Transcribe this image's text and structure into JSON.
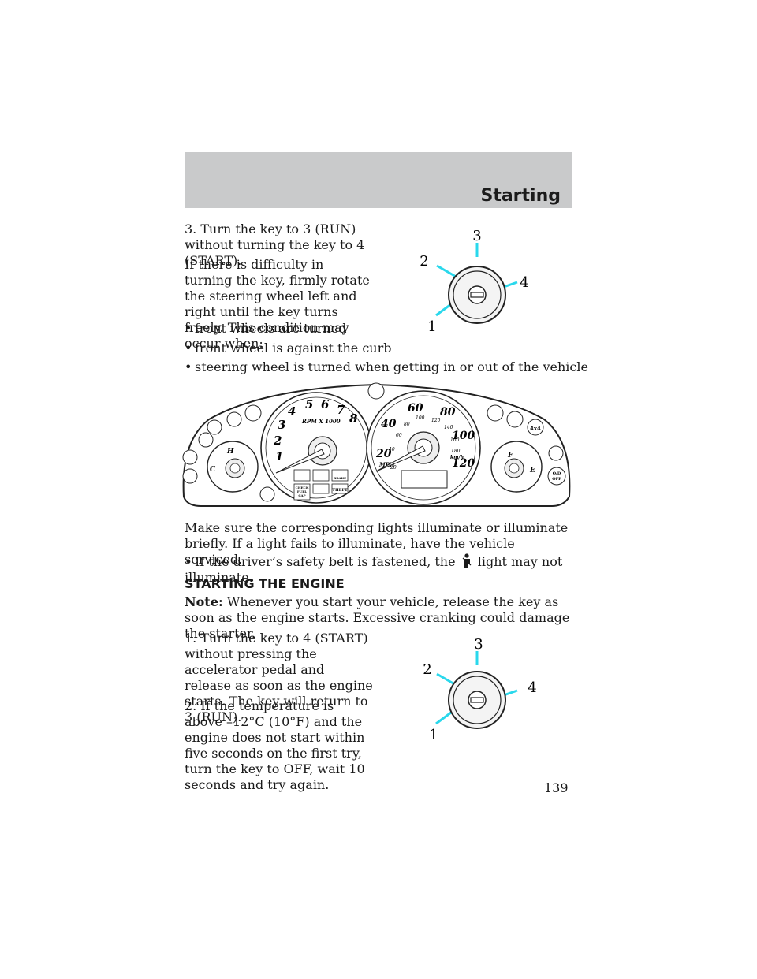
{
  "header": {
    "title": "Starting"
  },
  "section1": {
    "step3": "3. Turn the key to 3 (RUN) without turning the key to 4 (START).",
    "difficulty": "If there is difficulty in turning the key, firmly rotate the steering wheel left and right until the key turns freely. This condition may occur when:",
    "bullets": [
      "front wheels are turned",
      "front wheel is against the curb",
      "steering wheel is turned when getting in or out of the vehicle"
    ]
  },
  "ignition_diagram": {
    "labels": [
      "1",
      "2",
      "3",
      "4"
    ]
  },
  "cluster": {
    "tach_numbers": [
      "1",
      "2",
      "3",
      "4",
      "5",
      "6",
      "7",
      "8"
    ],
    "tach_label": "RPM X 1000",
    "mph_numbers": [
      "20",
      "40",
      "60",
      "80",
      "100",
      "120"
    ],
    "kmh_numbers": [
      "20",
      "40",
      "60",
      "80",
      "100",
      "120",
      "140",
      "160",
      "180"
    ],
    "mph_label": "MPH",
    "kmh_label": "km/h",
    "temp_h": "H",
    "temp_c": "C",
    "fuel_f": "F",
    "fuel_e": "E",
    "brake": "BRAKE",
    "theft": "THEFT",
    "check_fuel_cap": [
      "CHECK",
      "FUEL",
      "CAP"
    ],
    "four_by_four": "4x4",
    "od_off": [
      "O/D",
      "OFF"
    ]
  },
  "section2": {
    "lights": "Make sure the corresponding lights illuminate or illuminate briefly. If a light fails to illuminate, have the vehicle serviced.",
    "belt_before": "If the driver’s safety belt is fastened, the",
    "belt_after": "light may not illuminate."
  },
  "starting": {
    "heading": "STARTING THE ENGINE",
    "note_label": "Note:",
    "note_text": "Whenever you start your vehicle, release the key as soon as the engine starts. Excessive cranking could damage the starter.",
    "step1": "1. Turn the key to 4 (START) without pressing the accelerator pedal and release as soon as the engine starts. The key will return to 3 (RUN).",
    "step2": "2. If the temperature is above –12°C (10°F) and the engine does not start within five seconds on the first try, turn the key to OFF, wait 10 seconds and try again."
  },
  "page_number": "139"
}
